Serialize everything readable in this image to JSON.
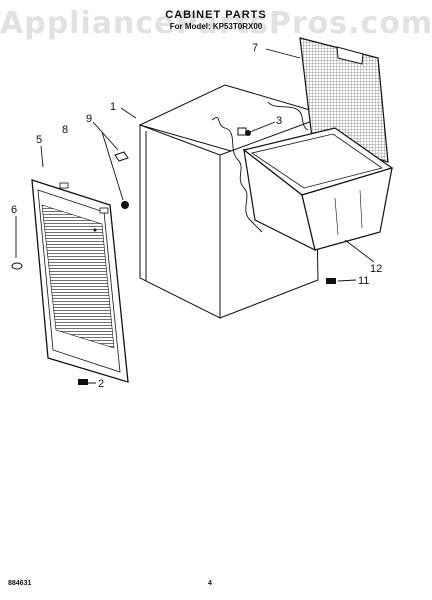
{
  "header": {
    "watermark": "AppliancePartsPros.com",
    "title": "CABINET PARTS",
    "subtitle": "For Model: KP53T0RX00"
  },
  "callouts": [
    "1",
    "2",
    "3",
    "5",
    "6",
    "7",
    "8",
    "9",
    "11",
    "12"
  ],
  "footer": {
    "doc_number": "884631",
    "page_number": "4"
  }
}
